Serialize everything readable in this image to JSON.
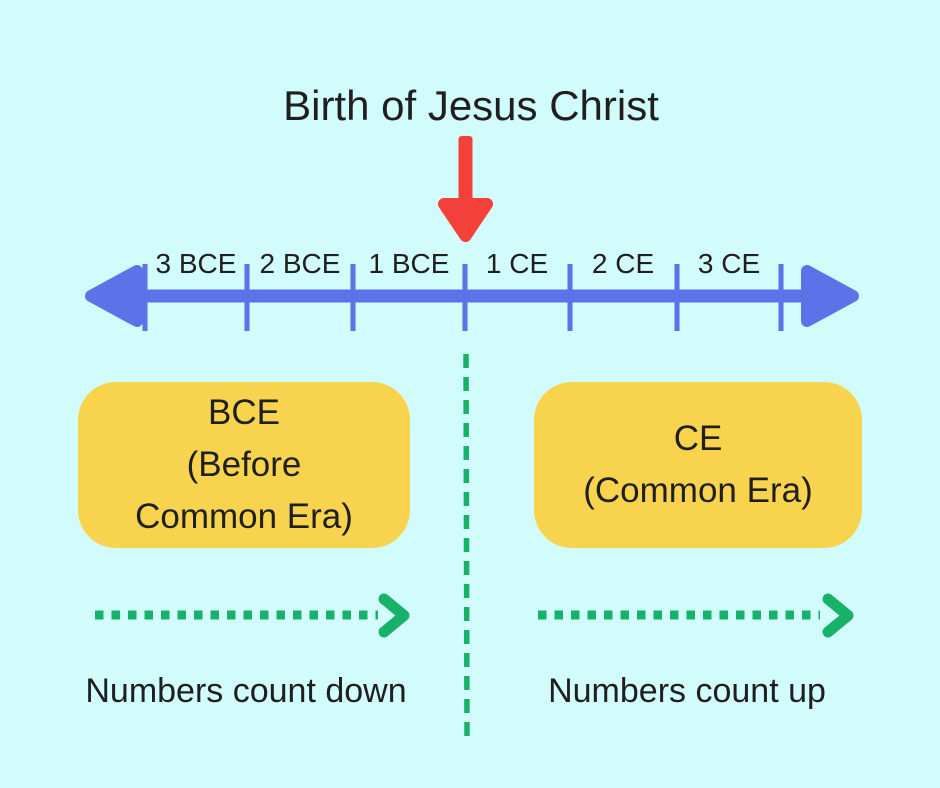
{
  "title": "Birth of Jesus Christ",
  "timeline": {
    "labels": [
      "3 BCE",
      "2 BCE",
      "1 BCE",
      "1 CE",
      "2 CE",
      "3 CE"
    ]
  },
  "bce_box": {
    "line1": "BCE",
    "line2": "(Before",
    "line3": "Common Era)"
  },
  "ce_box": {
    "line1": "CE",
    "line2": "(Common Era)"
  },
  "captions": {
    "left": "Numbers count down",
    "right": "Numbers count up"
  },
  "colors": {
    "background": "#d2fbfb",
    "timeline_blue": "#5b72e8",
    "box_yellow": "#f8d44e",
    "arrow_red": "#f4403a",
    "accent_green": "#17b169",
    "text": "#1f1f1f"
  }
}
